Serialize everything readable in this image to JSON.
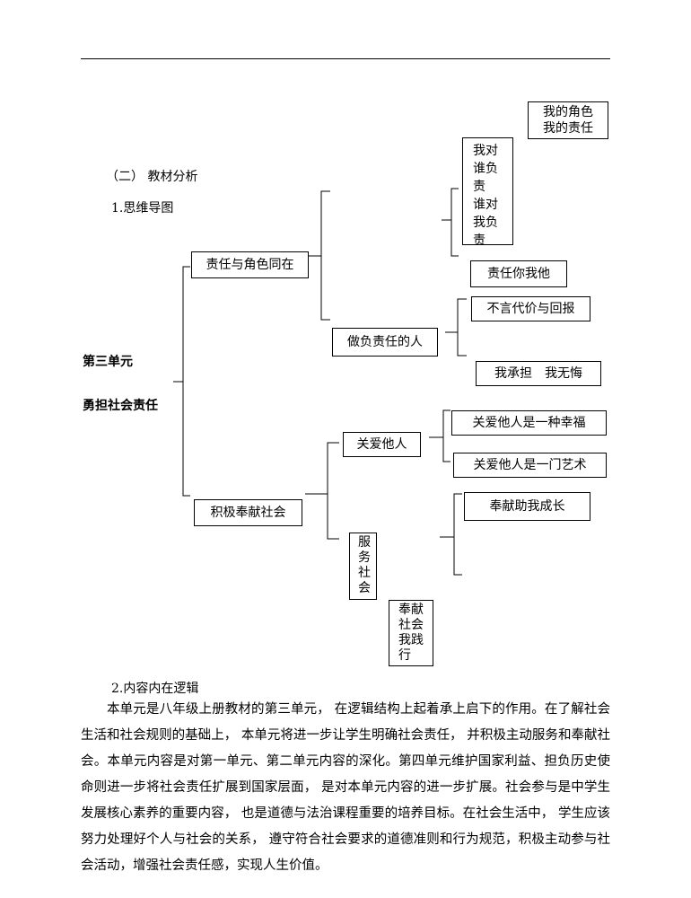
{
  "section_heading": "（二） 教材分析",
  "mindmap_title": "1.思维导图",
  "unit": {
    "line1": "第三单元",
    "line2": "勇担社会责任"
  },
  "nodes": {
    "role": "责任与角色同在",
    "active": "积极奉献社会",
    "my_role_1": "我的角色",
    "my_role_2": "我的责任",
    "who": [
      "我对",
      "谁负",
      "责",
      "谁对",
      "我负",
      "责"
    ],
    "you_me": "责任你我他",
    "responsible_person": "做负责任的人",
    "no_return": "不言代价与回报",
    "no_regret": "我承担　我无悔",
    "care": "关爱他人",
    "care_happy": "关爱他人是一种幸福",
    "care_art": "关爱他人是一门艺术",
    "serve": [
      "服",
      "务",
      "社",
      "会"
    ],
    "dedicate_grow": "奉献助我成长",
    "dedicate_act": [
      "奉献",
      "社会",
      "我践",
      "行"
    ]
  },
  "logic_title": "2.内容内在逻辑",
  "logic_paragraph": "本单元是八年级上册教材的第三单元， 在逻辑结构上起着承上启下的作用。在了解社会生活和社会规则的基础上， 本单元将进一步让学生明确社会责任， 并积极主动服务和奉献社会。本单元内容是对第一单元、第二单元内容的深化。第四单元维护国家利益、担负历史使命则进一步将社会责任扩展到国家层面， 是对本单元内容的进一步扩展。社会参与是中学生发展核心素养的重要内容， 也是道德与法治课程重要的培养目标。在社会生活中， 学生应该努力处理好个人与社会的关系， 遵守符合社会要求的道德准则和行为规范，积极主动参与社会活动，增强社会责任感，实现人生价值。"
}
